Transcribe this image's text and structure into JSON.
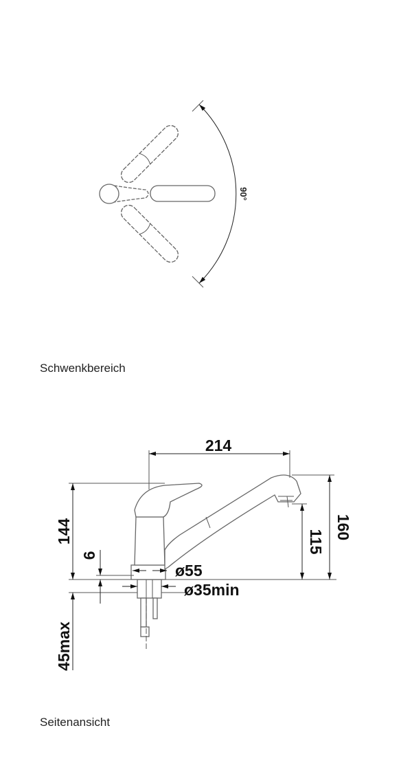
{
  "top_view": {
    "caption": "Schwenkbereich",
    "swivel_angle": "90°"
  },
  "side_view": {
    "caption": "Seitenansicht",
    "dimensions": {
      "reach": "214",
      "total_height": "160",
      "spout_height": "115",
      "lever_height": "144",
      "base_thickness": "6",
      "base_diameter": "ø55",
      "hole_diameter": "ø35min",
      "max_counter_thickness": "45max"
    }
  }
}
